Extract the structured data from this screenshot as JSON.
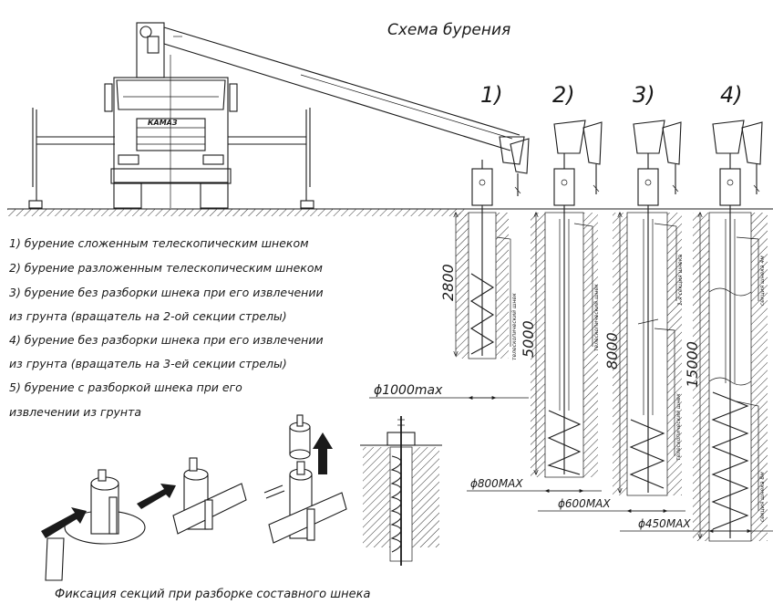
{
  "title": "Схема бурения",
  "modes": [
    "1)",
    "2)",
    "3)",
    "4)"
  ],
  "descriptions": [
    "1) бурение сложенным телескопическим шнеком",
    "2) бурение разложенным телескопическим шнеком",
    "3) бурение без разборки шнека при его извлечении",
    "из грунта (вращатель на 2-ой секции стрелы)",
    "4) бурение без разборки шнека при его извлечении",
    "из грунта (вращатель на 3-ей секции стрелы)",
    "5) бурение с разборкой шнека при его",
    "извлечении из грунта"
  ],
  "dimensions": {
    "d1": "2800",
    "d2": "5000",
    "d3": "8000",
    "d4": "15000",
    "diam_1000": "ϕ1000max",
    "diam_800": "ϕ800MAX",
    "diam_600": "ϕ600MAX",
    "diam_450": "ϕ450MAX"
  },
  "auger_labels": {
    "telescopic": "телескопический шнек",
    "section1": "1-я секция шнека",
    "section2": "секция шнека 4м",
    "section3": "секция шнека 8м"
  },
  "truck_badge": "КАМАЗ",
  "caption": "Фиксация секций при разборке составного шнека"
}
